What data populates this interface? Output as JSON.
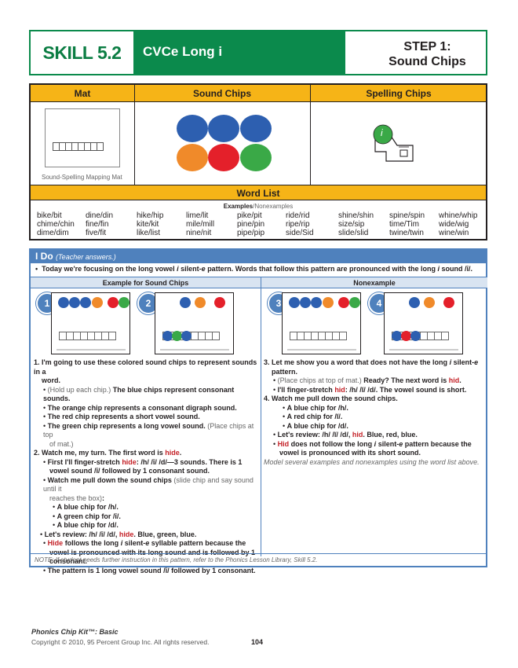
{
  "header": {
    "skill": "SKILL 5.2",
    "title": "CVCe Long i",
    "step_line1": "STEP 1:",
    "step_line2": "Sound Chips"
  },
  "materials": {
    "col_mat": "Mat",
    "col_sound": "Sound Chips",
    "col_spelling": "Spelling Chips",
    "mat_caption": "Sound-Spelling Mapping Mat",
    "spelling_chip_letter": "i",
    "word_list_header": "Word List",
    "examples_label": "Examples",
    "nonexamples_label": "/Nonexamples",
    "word_columns": [
      [
        "bike/bit",
        "chime/chin",
        "dime/dim"
      ],
      [
        "dine/din",
        "fine/fin",
        "five/fit"
      ],
      [
        "hike/hip",
        "kite/kit",
        "like/list"
      ],
      [
        "lime/lit",
        "mile/mill",
        "nine/nit"
      ],
      [
        "pike/pit",
        "pine/pin",
        "pipe/pip"
      ],
      [
        "ride/rid",
        "ripe/rip",
        "side/Sid"
      ],
      [
        "shine/shin",
        "size/sip",
        "slide/slid"
      ],
      [
        "spine/spin",
        "time/Tim",
        "twine/twin"
      ],
      [
        "whine/whip",
        "wide/wig",
        "wine/win"
      ]
    ]
  },
  "ido": {
    "title": "I Do",
    "title_note": "(Teacher answers.)",
    "intro": "Today we're focusing on the long vowel i silent-e pattern. Words that follow this pattern are pronounced with the long i sound /ī/.",
    "left_header": "Example for Sound Chips",
    "right_header": "Nonexample",
    "steps": [
      "1",
      "2",
      "3",
      "4"
    ],
    "note": "NOTE: If student needs further instruction in this pattern, refer to the Phonics Lesson Library, Skill 5.2."
  },
  "colors": {
    "blue": "#2d5fb0",
    "orange": "#f08a2a",
    "red": "#e4202a",
    "green": "#3aa947",
    "gold": "#f6b417",
    "brand_green": "#0b8a4c"
  },
  "footer": {
    "product": "Phonics Chip Kit™: Basic",
    "copyright": "Copyright © 2010, 95 Percent Group Inc. All rights reserved.",
    "page": "104"
  }
}
